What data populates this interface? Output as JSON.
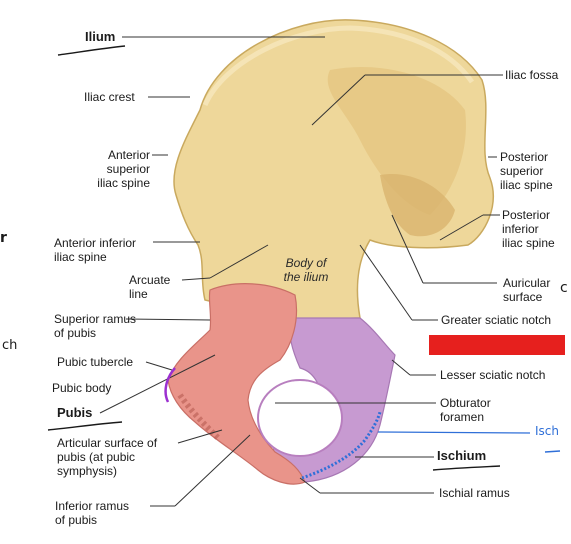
{
  "labels": {
    "ilium": "Ilium",
    "iliac_crest": "Iliac crest",
    "anterior_superior_iliac_spine": [
      "Anterior",
      "superior",
      "iliac spine"
    ],
    "anterior_inferior_iliac_spine": [
      "Anterior inferior",
      "iliac spine"
    ],
    "arcuate_line": [
      "Arcuate",
      "line"
    ],
    "superior_ramus_of_pubis": [
      "Superior ramus",
      "of pubis"
    ],
    "pubic_tubercle": "Pubic tubercle",
    "pubic_body": "Pubic body",
    "pubis": "Pubis",
    "articular_surface": [
      "Articular surface of",
      "pubis (at pubic",
      "symphysis)"
    ],
    "inferior_ramus_of_pubis": [
      "Inferior ramus",
      "of pubis"
    ],
    "iliac_fossa": "Iliac fossa",
    "posterior_superior_iliac_spine": [
      "Posterior",
      "superior",
      "iliac spine"
    ],
    "posterior_inferior_iliac_spine": [
      "Posterior",
      "inferior",
      "iliac spine"
    ],
    "auricular_surface": [
      "Auricular",
      "surface"
    ],
    "greater_sciatic_notch": "Greater sciatic notch",
    "lesser_sciatic_notch": "Lesser sciatic notch",
    "obturator_foramen": [
      "Obturator",
      "foramen"
    ],
    "ischium": "Ischium",
    "ischial_ramus": "Ischial ramus",
    "body_of_ilium": [
      "Body of",
      "the ilium"
    ]
  },
  "handwriting": {
    "left_r": "r",
    "left_ch": "ch",
    "right_c": "c",
    "right_isch": "Isch"
  },
  "colors": {
    "ilium_bone": "#eed79a",
    "pubis_region": "#e9948a",
    "ischium_region": "#c79ad1",
    "redaction_box": "#e6201e",
    "annotation_blue": "#2f6fd8",
    "annotation_purple": "#9b30d0"
  }
}
